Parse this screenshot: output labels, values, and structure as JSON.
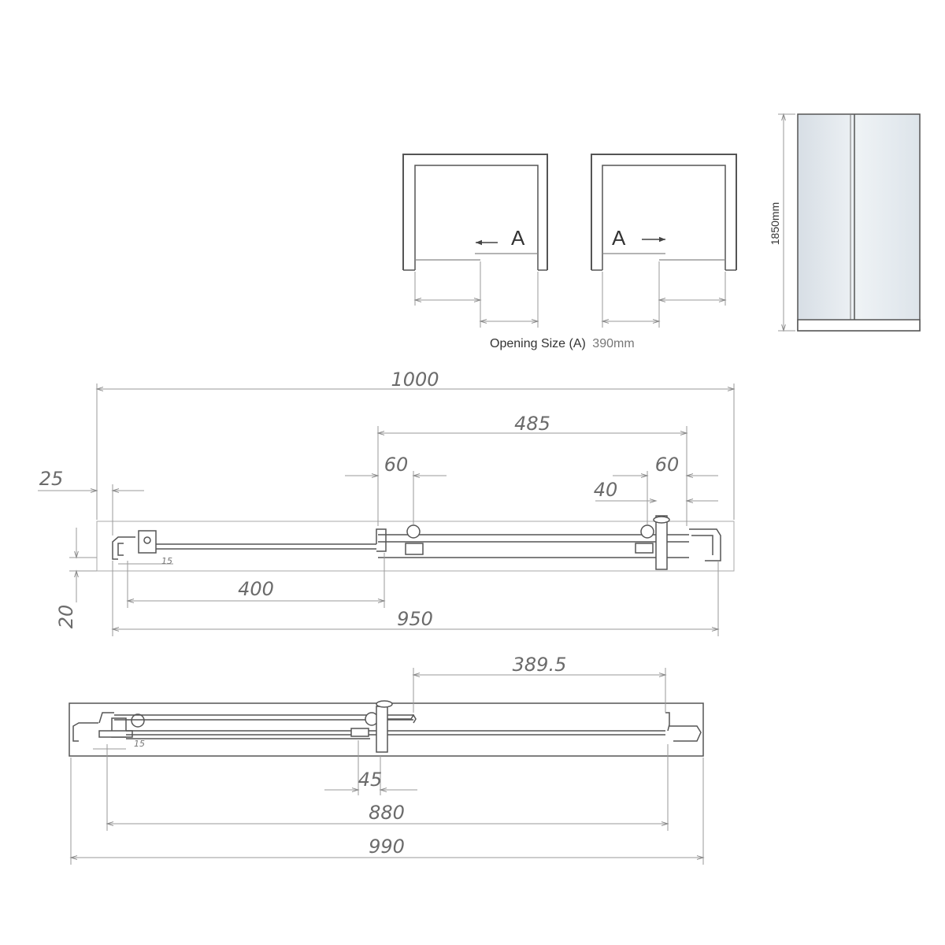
{
  "opening": {
    "letter_left": "A",
    "letter_right": "A",
    "caption_label": "Opening Size (A)",
    "caption_value": "390mm"
  },
  "elevation": {
    "height_label": "1850mm"
  },
  "plan_top": {
    "overall_width": "1000",
    "door_width": "485",
    "left_gap": "25",
    "center_gap": "60",
    "right_gap": "60",
    "stop": "40",
    "depth": "20",
    "fixed_panel": "400",
    "panel_span": "950",
    "tiny_left": "15"
  },
  "plan_bottom": {
    "opening": "389.5",
    "overlap": "45",
    "inner": "880",
    "overall": "990",
    "tiny_left": "15"
  },
  "colors": {
    "line": "#555555",
    "dim_line": "#9a9a9a",
    "glass_edge": "#d8dfe6",
    "glass_mid": "#eef2f5"
  }
}
